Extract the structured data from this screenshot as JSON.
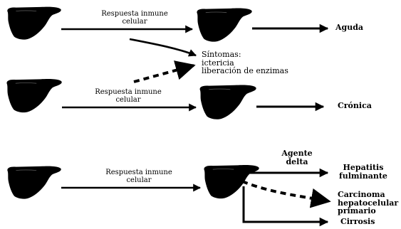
{
  "rows": [
    {
      "pathway_label_line1": "Respuesta inmune",
      "pathway_label_line2": "celular",
      "outcome": "Aguda"
    },
    {
      "pathway_label_line1": "Respuesta inmune",
      "pathway_label_line2": "celular",
      "outcome": "Crónica"
    },
    {
      "pathway_label_line1": "Respuesta inmune",
      "pathway_label_line2": "celular",
      "branch_label_line1": "Agente",
      "branch_label_line2": "delta",
      "outcomes": [
        {
          "line1": "Hepatitis",
          "line2": "fulminante"
        },
        {
          "line1": "Carcinoma",
          "line2": "hepatocelular",
          "line3": "primario"
        },
        {
          "line1": "Cirrosis"
        }
      ]
    }
  ],
  "symptoms": {
    "line1": "Síntomas:",
    "line2": "ictericia",
    "line3": "liberación de enzimas"
  }
}
